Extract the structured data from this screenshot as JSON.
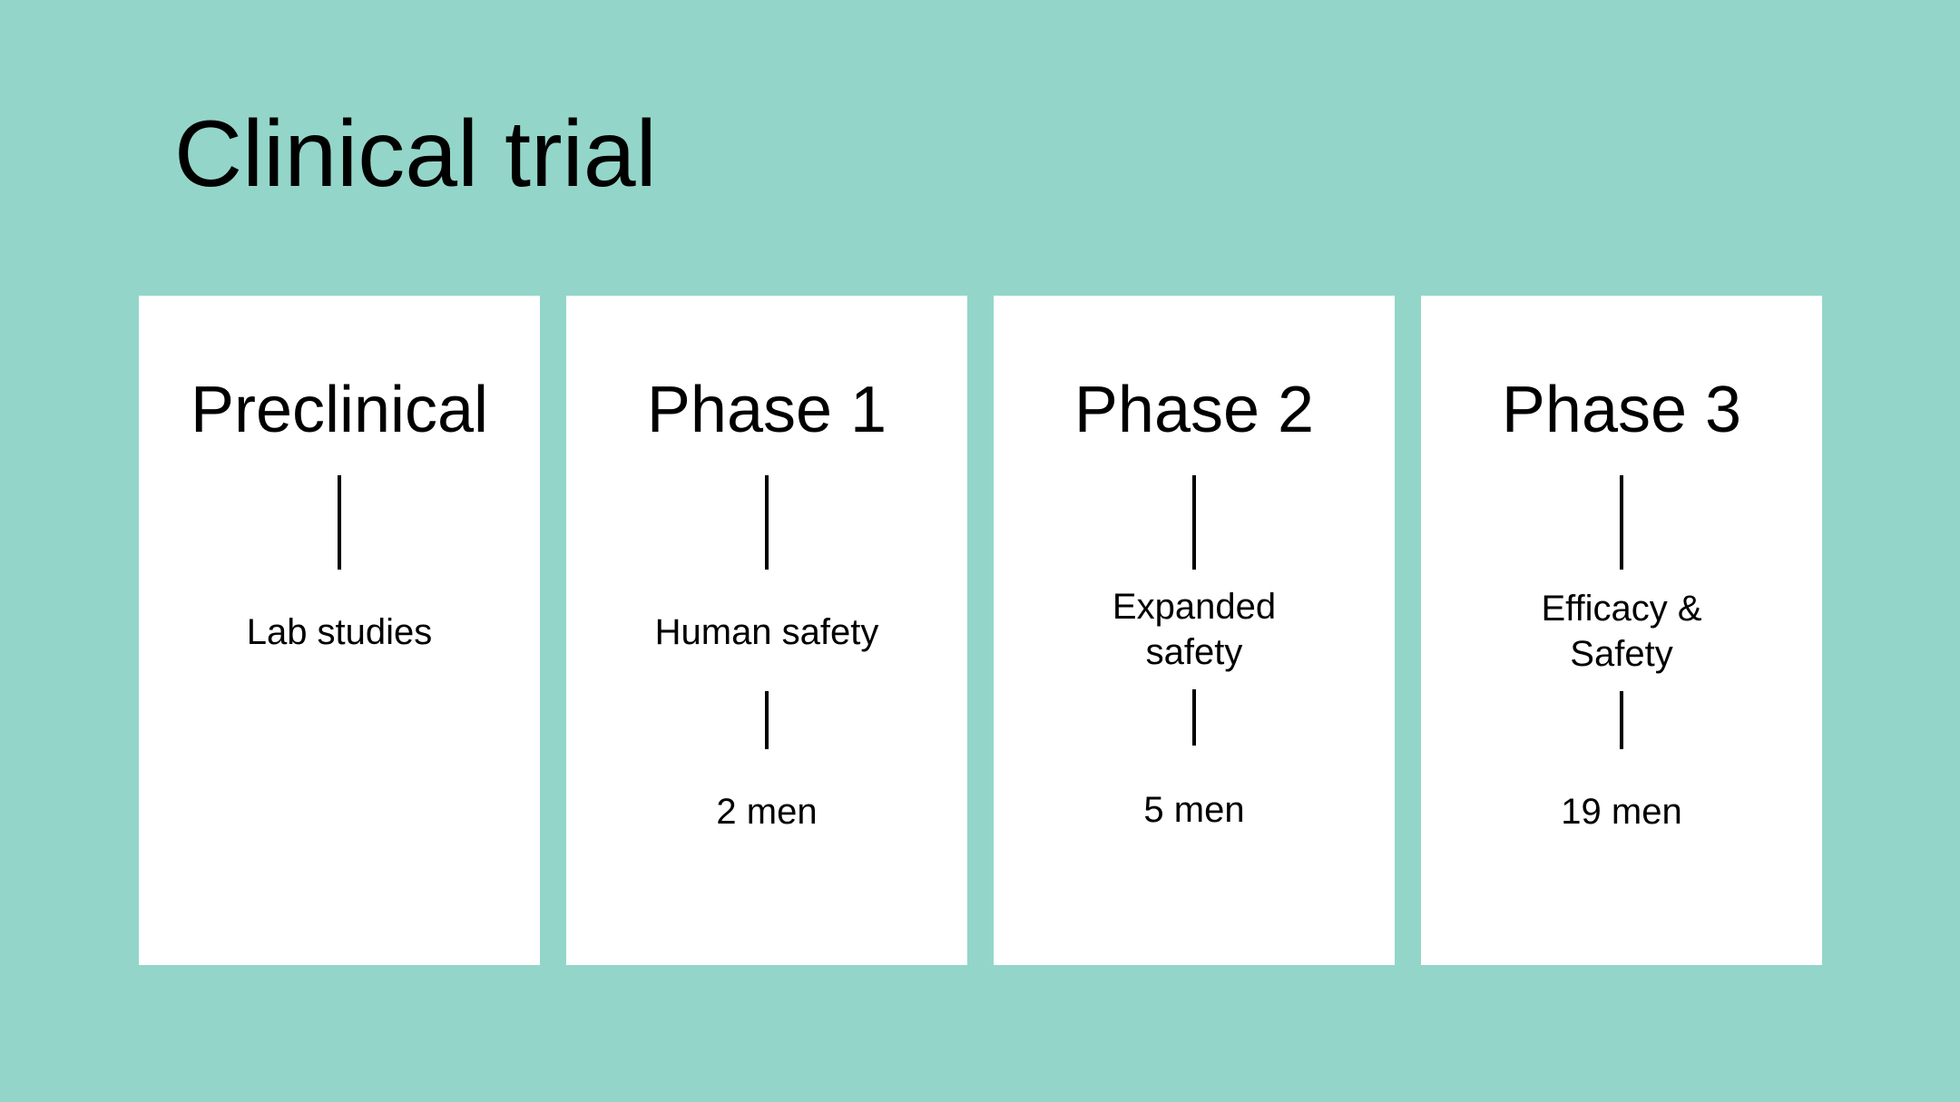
{
  "title": "Clinical trial",
  "stages": [
    {
      "heading": "Preclinical",
      "description": "Lab studies",
      "count": ""
    },
    {
      "heading": "Phase 1",
      "description": "Human safety",
      "count": "2 men"
    },
    {
      "heading": "Phase 2",
      "description": "Expanded safety",
      "count": "5 men"
    },
    {
      "heading": "Phase 3",
      "description": "Efficacy & Safety",
      "count": "19 men"
    }
  ]
}
